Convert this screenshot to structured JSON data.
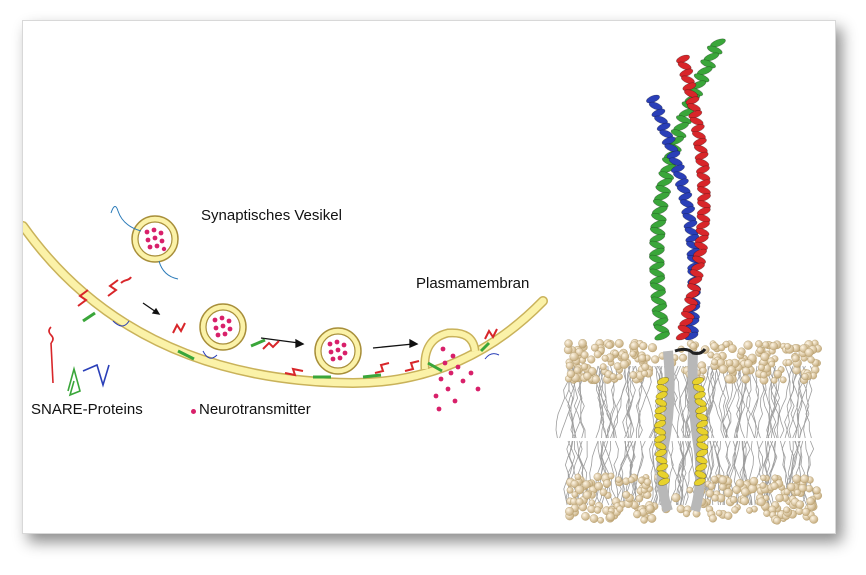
{
  "labels": {
    "vesicle": "Synaptisches Vesikel",
    "membrane": "Plasmamembran",
    "snare": "SNARE-Proteins",
    "neurotransmitter": "Neurotransmitter"
  },
  "colors": {
    "membrane_fill": "#fbf2a8",
    "membrane_stroke": "#c9b25a",
    "dots": "#d8206a",
    "helix_blue": "#2a3fb8",
    "helix_red": "#d8262a",
    "helix_green": "#3aa63a",
    "helix_yellow": "#e8d22c",
    "lipid_head": "#d9c49a",
    "lipid_tail": "#8c8c8c"
  }
}
